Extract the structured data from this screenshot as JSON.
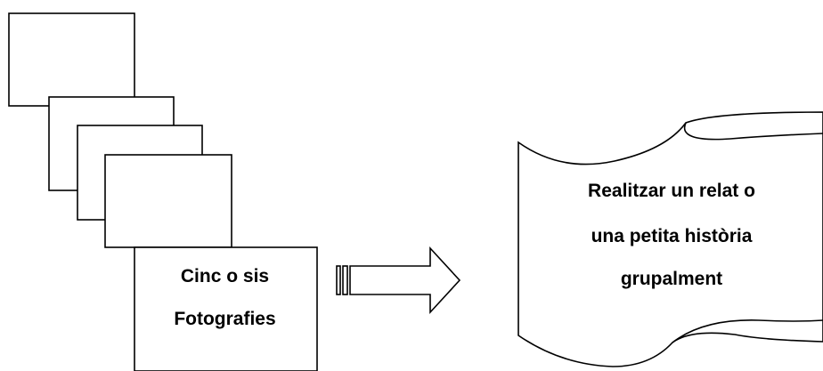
{
  "photos": {
    "line1": "Cinc  o sis",
    "line2": "Fotografies"
  },
  "story": {
    "line1": "Realitzar un relat o",
    "line2": "una petita història",
    "line3": "grupalment"
  },
  "colors": {
    "stroke": "#000000",
    "fill": "#ffffff"
  },
  "icons": {
    "arrow": "block-arrow-right-icon"
  }
}
